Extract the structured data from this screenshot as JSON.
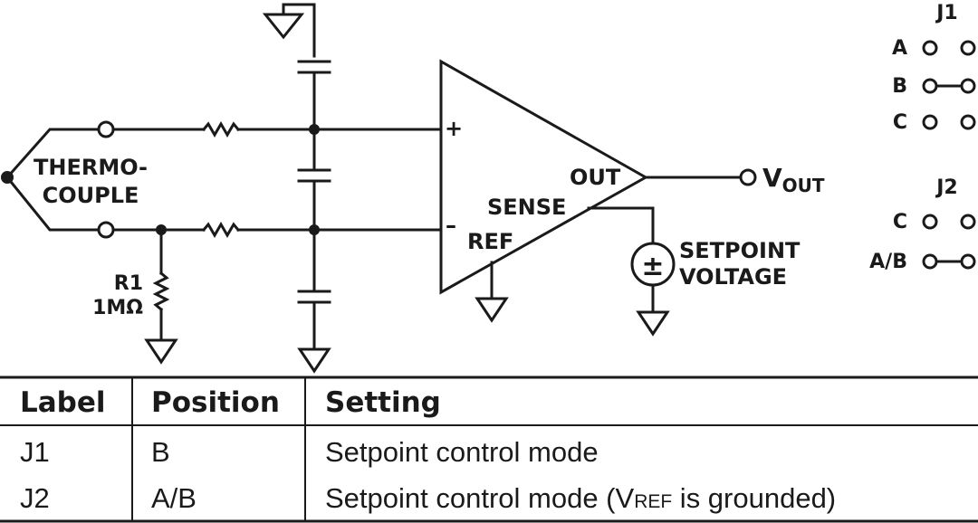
{
  "schematic": {
    "thermocouple_label_line1": "THERMO-",
    "thermocouple_label_line2": "COUPLE",
    "r1_label": "R1",
    "r1_value": "1MΩ",
    "plus_sign": "+",
    "minus_sign": "–",
    "out_label": "OUT",
    "sense_label": "SENSE",
    "ref_label": "REF",
    "vout_label_main": "V",
    "vout_label_sub": "OUT",
    "setpoint_line1": "SETPOINT",
    "setpoint_line2": "VOLTAGE",
    "source_symbol": "±"
  },
  "jumpers": {
    "j1": {
      "title": "J1",
      "rows": [
        "A",
        "B",
        "C"
      ],
      "shorted": "B"
    },
    "j2": {
      "title": "J2",
      "rows": [
        "C",
        "A/B"
      ],
      "shorted": "A/B"
    }
  },
  "table": {
    "headers": [
      "Label",
      "Position",
      "Setting"
    ],
    "rows": [
      {
        "label": "J1",
        "position": "B",
        "setting": "Setpoint control mode"
      },
      {
        "label": "J2",
        "position": "A/B",
        "setting_pre": "Setpoint control mode (V",
        "setting_sub": "REF",
        "setting_post": " is grounded)"
      }
    ]
  }
}
